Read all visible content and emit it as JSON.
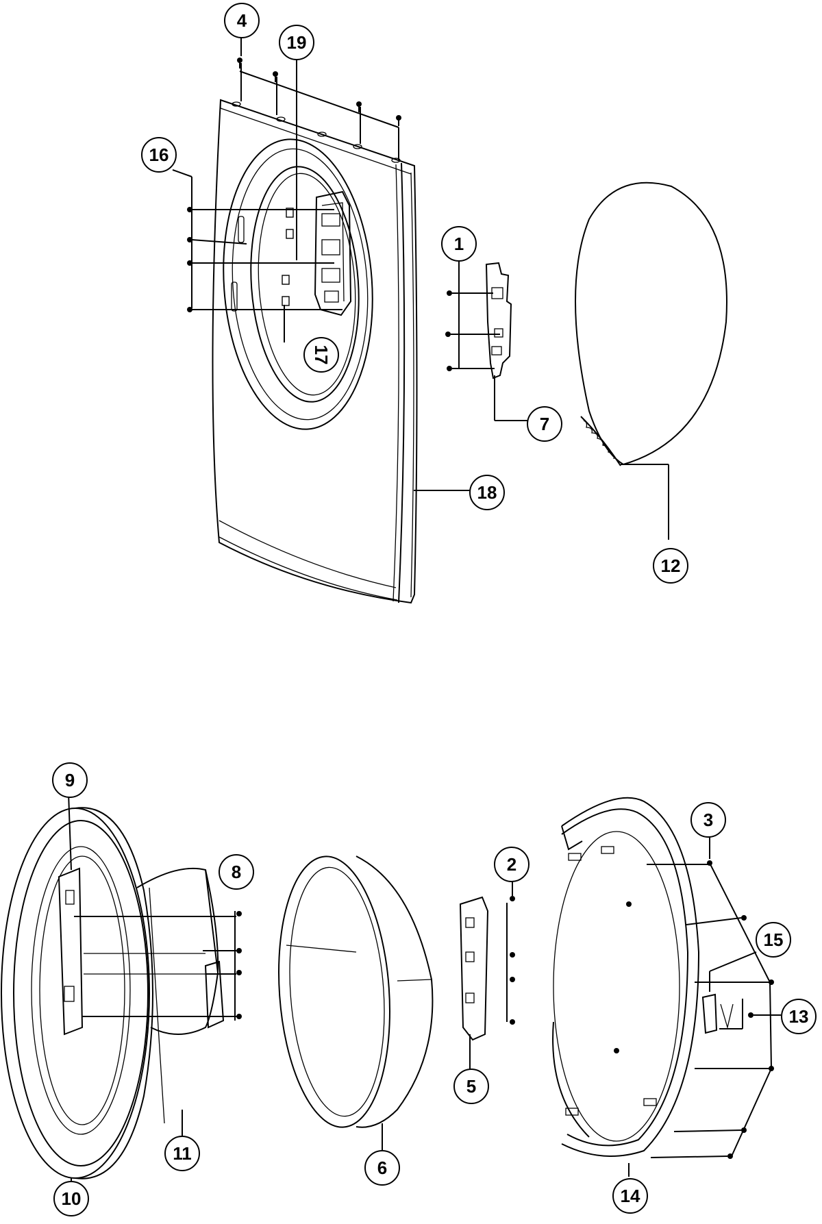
{
  "callouts": [
    {
      "id": "c1",
      "label": "1"
    },
    {
      "id": "c2",
      "label": "2"
    },
    {
      "id": "c3",
      "label": "3"
    },
    {
      "id": "c4",
      "label": "4"
    },
    {
      "id": "c5",
      "label": "5"
    },
    {
      "id": "c6",
      "label": "6"
    },
    {
      "id": "c7",
      "label": "7"
    },
    {
      "id": "c8",
      "label": "8"
    },
    {
      "id": "c9",
      "label": "9"
    },
    {
      "id": "c10",
      "label": "10"
    },
    {
      "id": "c11",
      "label": "11"
    },
    {
      "id": "c12",
      "label": "12"
    },
    {
      "id": "c13",
      "label": "13"
    },
    {
      "id": "c14",
      "label": "14"
    },
    {
      "id": "c15",
      "label": "15"
    },
    {
      "id": "c16",
      "label": "16"
    },
    {
      "id": "c17",
      "label": "17"
    },
    {
      "id": "c18",
      "label": "18"
    },
    {
      "id": "c19",
      "label": "19"
    }
  ],
  "colors": {
    "line": "#000000",
    "background": "#ffffff"
  }
}
